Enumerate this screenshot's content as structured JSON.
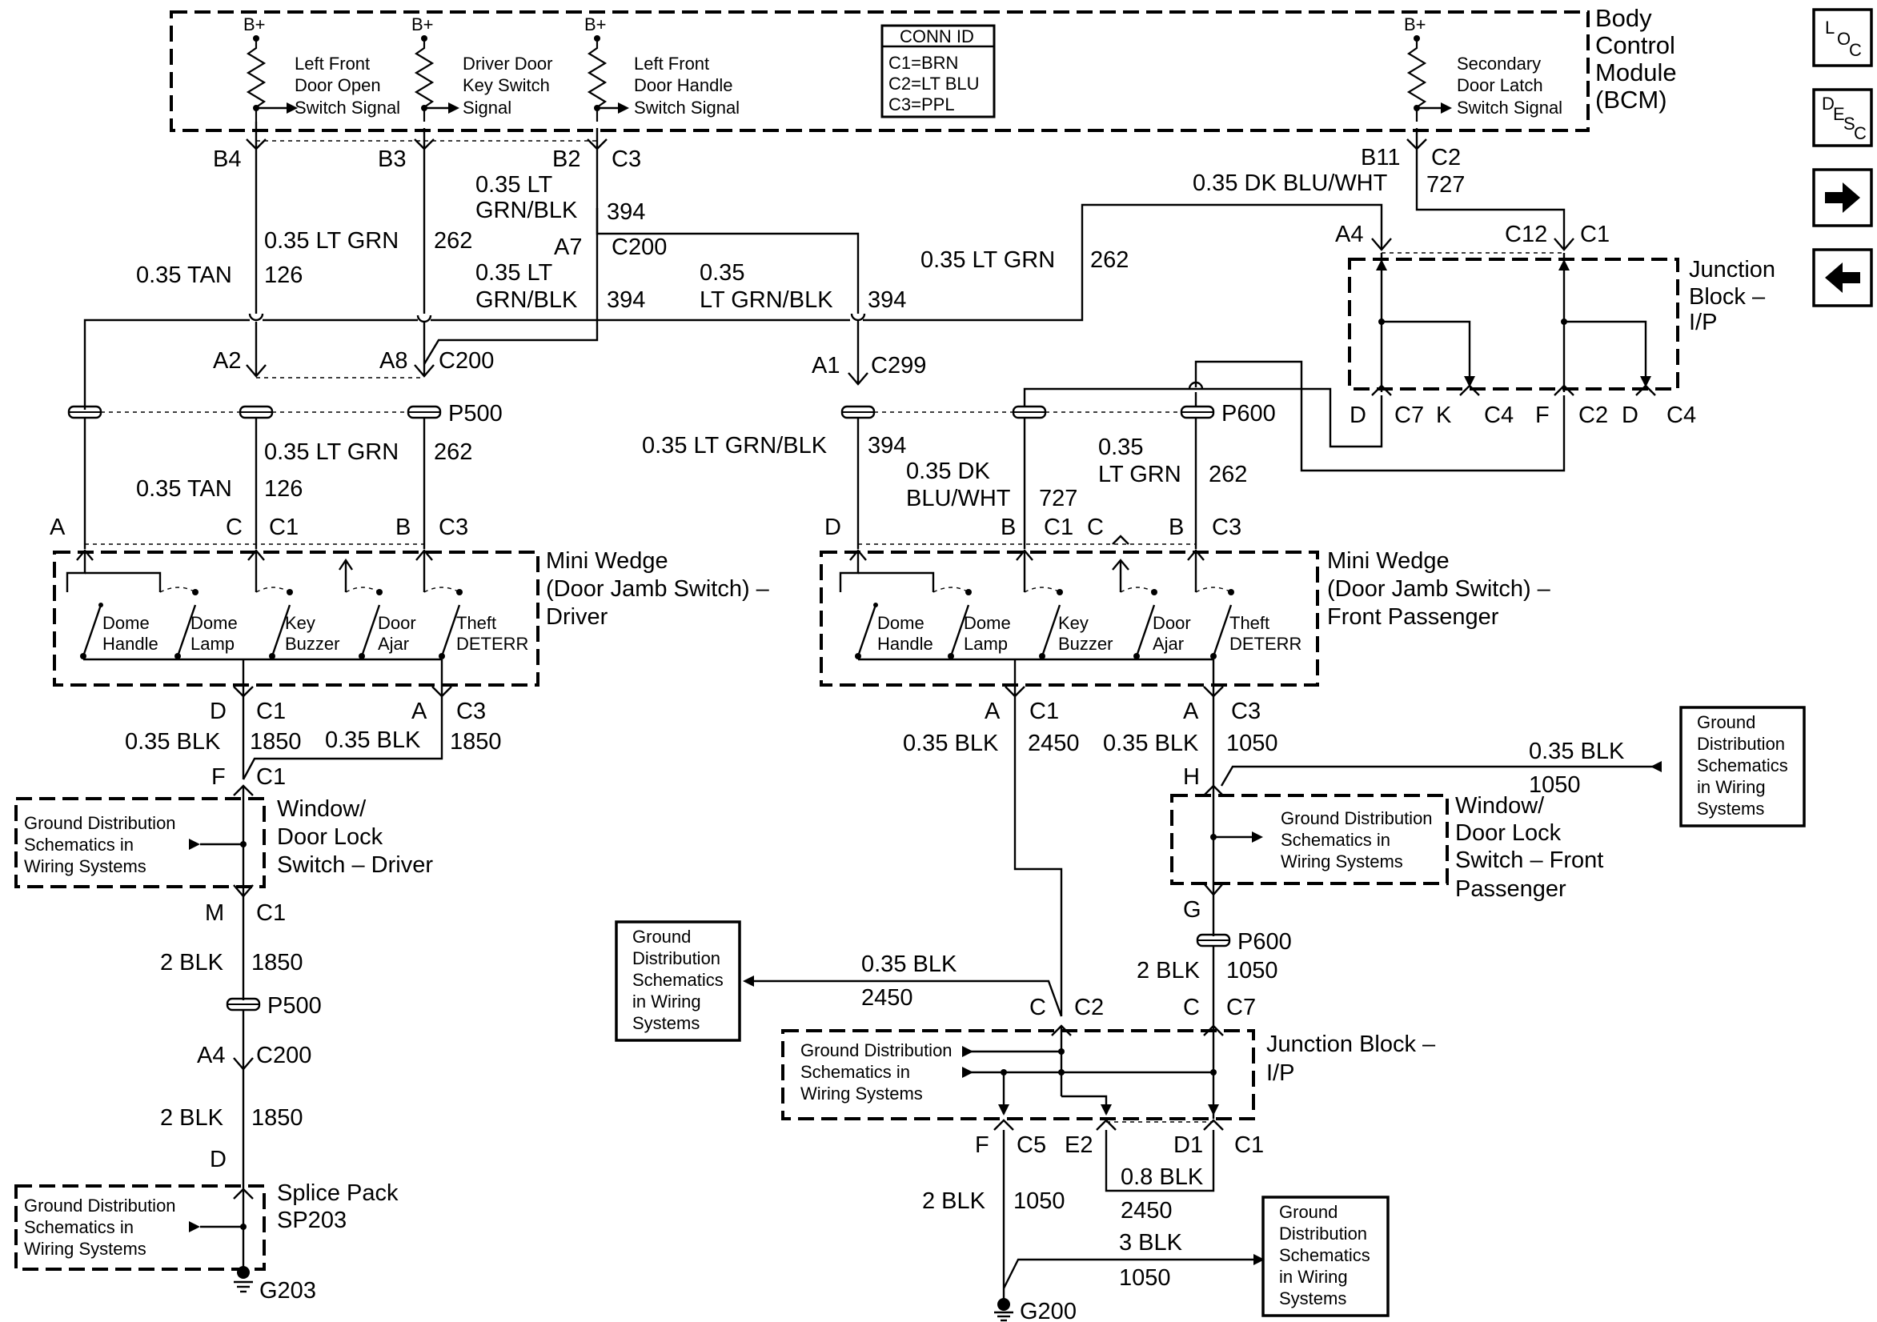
{
  "bcm": {
    "title": [
      "Body",
      "Control",
      "Module",
      "(BCM)"
    ],
    "bplus": "B+",
    "signals": [
      [
        "Left Front",
        "Door Open",
        "Switch Signal"
      ],
      [
        "Driver Door",
        "Key Switch",
        "Signal"
      ],
      [
        "Left Front",
        "Door Handle",
        "Switch Signal"
      ],
      [
        "Secondary",
        "Door Latch",
        "Switch Signal"
      ]
    ],
    "conn_id": [
      "CONN ID",
      "C1=BRN",
      "C2=LT BLU",
      "C3=PPL"
    ]
  },
  "side_buttons": {
    "loc_icon": "loc-icon",
    "desc_icon": "desc-icon",
    "next_icon": "arrow-right-icon",
    "prev_icon": "arrow-left-icon",
    "loc": [
      "L",
      "O",
      "C"
    ],
    "desc": [
      "D",
      "E",
      "S",
      "C"
    ]
  },
  "labels": {
    "B4": "B4",
    "B3": "B3",
    "B2": "B2",
    "C3": "C3",
    "B11": "B11",
    "C2": "C2",
    "ltgrnblk1": "0.35 LT",
    "ltgrnblk2": "GRN/BLK",
    "n394": "394",
    "tan": "0.35 TAN",
    "n126": "126",
    "ltgrn": "0.35 LT GRN",
    "n262": "262",
    "A7": "A7",
    "C200": "C200",
    "lt35": "0.35",
    "ltgrnblk": "LT GRN/BLK",
    "dkbluwht": "0.35 DK BLU/WHT",
    "n727": "727",
    "A4": "A4",
    "C12": "C12",
    "C1": "C1",
    "jb_title": [
      "Junction",
      "Block –",
      "I/P"
    ],
    "A2": "A2",
    "A8": "A8",
    "A1": "A1",
    "C299": "C299",
    "P500": "P500",
    "P600": "P600",
    "D": "D",
    "C7": "C7",
    "K": "K",
    "C4": "C4",
    "F": "F",
    "ltgrnblk_full": "0.35 LT GRN/BLK",
    "dk1": "0.35 DK",
    "dk2": "BLU/WHT",
    "lt2": "LT GRN",
    "A": "A",
    "B": "B",
    "C": "C",
    "mw_driver": [
      "Mini Wedge",
      "(Door Jamb Switch) –",
      "Driver"
    ],
    "mw_pass": [
      "Mini Wedge",
      "(Door Jamb Switch) –",
      "Front Passenger"
    ],
    "sw_labels": [
      [
        "Dome",
        "Handle"
      ],
      [
        "Dome",
        "Lamp"
      ],
      [
        "Key",
        "Buzzer"
      ],
      [
        "Door",
        "Ajar"
      ],
      [
        "Theft",
        "DETERR"
      ]
    ],
    "blk": "0.35 BLK",
    "n1850": "1850",
    "n2450": "2450",
    "n1050": "1050",
    "H": "H",
    "M": "M",
    "G": "G",
    "E2": "E2",
    "D1": "D1",
    "C5": "C5",
    "win_driver": [
      "Window/",
      "Door Lock",
      "Switch – Driver"
    ],
    "win_pass": [
      "Window/",
      "Door Lock",
      "Switch – Front",
      "Passenger"
    ],
    "gnd3": [
      "Ground Distribution",
      "Schematics in",
      "Wiring Systems"
    ],
    "gnd5": [
      "Ground",
      "Distribution",
      "Schematics",
      "in Wiring",
      "Systems"
    ],
    "blk2": "2 BLK",
    "blk08": "0.8 BLK",
    "blk3": "3 BLK",
    "sp_title": [
      "Splice Pack",
      "SP203"
    ],
    "jb2_title": [
      "Junction Block –",
      "I/P"
    ],
    "G203": "G203",
    "G200": "G200"
  }
}
